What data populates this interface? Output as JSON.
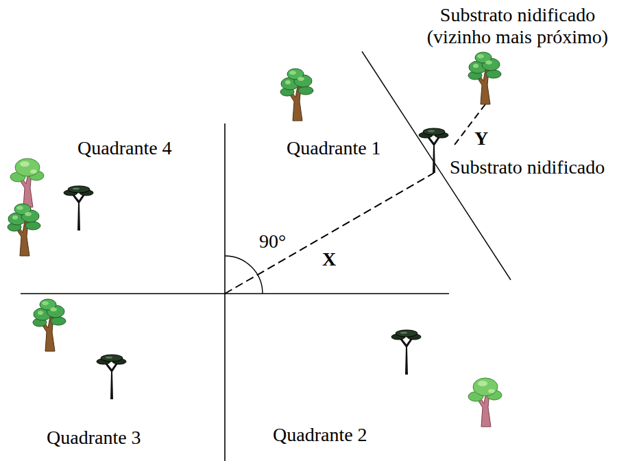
{
  "diagram": {
    "labels": [
      "Substrato nidificado (vizinho mais próximo)",
      "Quadrante 4",
      "Quadrante 1",
      "Y",
      "Substrato nidificado",
      "90°",
      "X",
      "Quadrante 3",
      "Quadrante 2"
    ]
  }
}
